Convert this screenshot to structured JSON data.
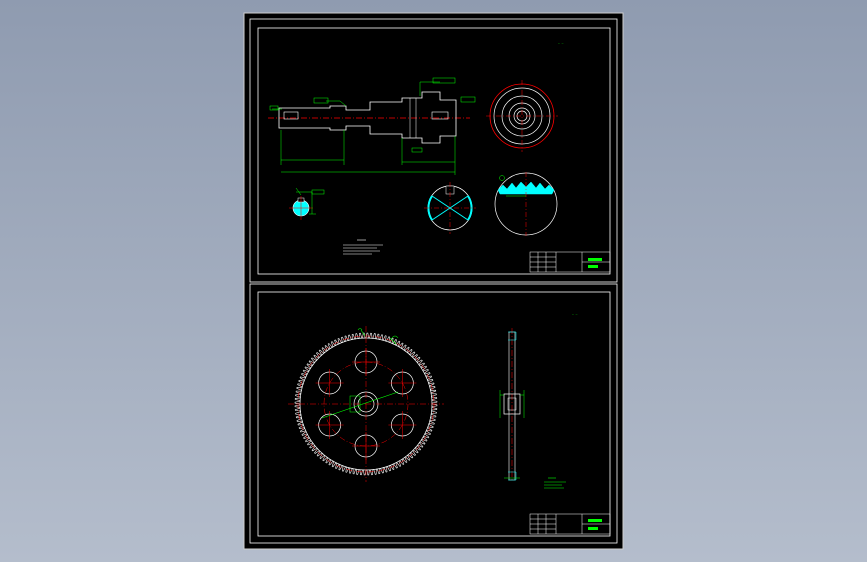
{
  "colors": {
    "background_top": "#8f9bb0",
    "background_bottom": "#b4bdcc",
    "sheet": "#000000",
    "frame": "#ffffff",
    "geometry": "#ffffff",
    "dimension": "#00ff00",
    "centerline": "#ff0000",
    "highlight": "#00ffff"
  },
  "drawing": {
    "sheets": [
      {
        "id": "top",
        "views": [
          "shaft-elevation",
          "shaft-end-view",
          "keyway-section",
          "cyan-section",
          "tooth-section",
          "notes",
          "title-block"
        ]
      },
      {
        "id": "bottom",
        "views": [
          "gear-face-view",
          "gear-side-section",
          "notes",
          "title-block"
        ]
      }
    ],
    "gear_holes": 6,
    "gear_tooth_count": 120
  }
}
